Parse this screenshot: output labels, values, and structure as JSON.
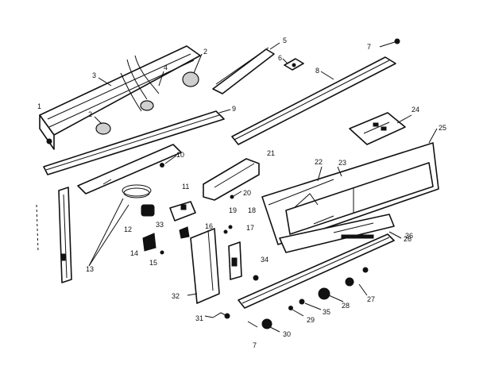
{
  "callouts": [
    {
      "key": "c1",
      "label": "1"
    },
    {
      "key": "c2",
      "label": "2"
    },
    {
      "key": "c2b",
      "label": "2"
    },
    {
      "key": "c3",
      "label": "3"
    },
    {
      "key": "c4",
      "label": "4"
    },
    {
      "key": "c5",
      "label": "5"
    },
    {
      "key": "c6",
      "label": "6"
    },
    {
      "key": "c7a",
      "label": "7"
    },
    {
      "key": "c7b",
      "label": "7"
    },
    {
      "key": "c8",
      "label": "8"
    },
    {
      "key": "c9",
      "label": "9"
    },
    {
      "key": "c10",
      "label": "10"
    },
    {
      "key": "c11",
      "label": "11"
    },
    {
      "key": "c12",
      "label": "12"
    },
    {
      "key": "c13",
      "label": "13"
    },
    {
      "key": "c14",
      "label": "14"
    },
    {
      "key": "c15",
      "label": "15"
    },
    {
      "key": "c16",
      "label": "16"
    },
    {
      "key": "c17",
      "label": "17"
    },
    {
      "key": "c18",
      "label": "18"
    },
    {
      "key": "c19",
      "label": "19"
    },
    {
      "key": "c20",
      "label": "20"
    },
    {
      "key": "c21",
      "label": "21"
    },
    {
      "key": "c22",
      "label": "22"
    },
    {
      "key": "c23",
      "label": "23"
    },
    {
      "key": "c24",
      "label": "24"
    },
    {
      "key": "c25",
      "label": "25"
    },
    {
      "key": "c26",
      "label": "26"
    },
    {
      "key": "c27",
      "label": "27"
    },
    {
      "key": "c28",
      "label": "28"
    },
    {
      "key": "c29",
      "label": "29"
    },
    {
      "key": "c30",
      "label": "30"
    },
    {
      "key": "c31",
      "label": "31"
    },
    {
      "key": "c32",
      "label": "32"
    },
    {
      "key": "c33",
      "label": "33"
    },
    {
      "key": "c34",
      "label": "34"
    },
    {
      "key": "c35",
      "label": "35"
    },
    {
      "key": "c36",
      "label": "36"
    }
  ]
}
